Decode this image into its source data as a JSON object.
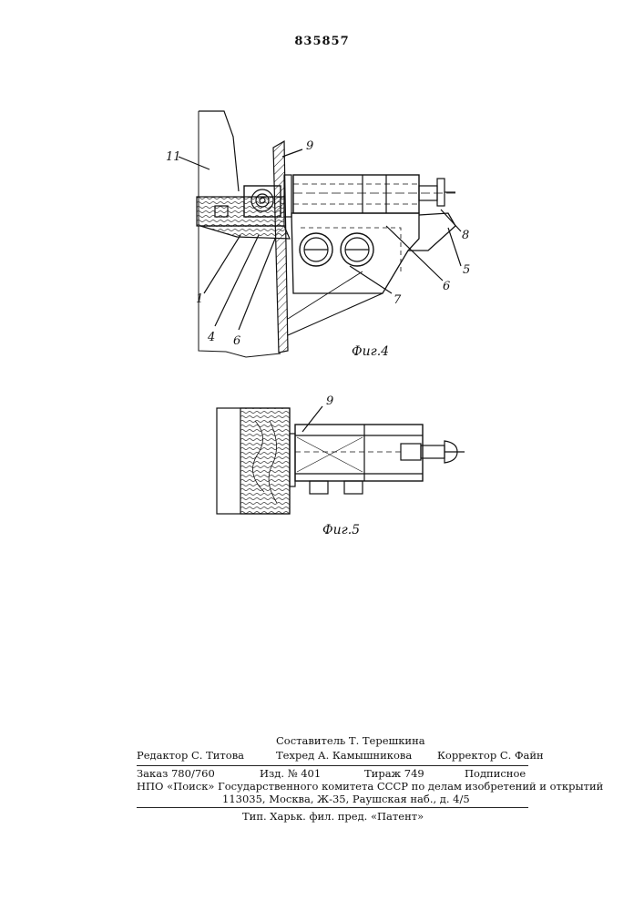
{
  "page_number": "835857",
  "figures": {
    "fig4": {
      "caption": "Фиг.4",
      "labels": {
        "l9": "9",
        "l11": "11",
        "l8": "8",
        "l5": "5",
        "l6r": "6",
        "l7": "7",
        "l1": "1",
        "l4": "4",
        "l6l": "6"
      }
    },
    "fig5": {
      "caption": "Фиг.5",
      "labels": {
        "l9": "9"
      }
    }
  },
  "imprint": {
    "compiler": "Составитель Т. Терешкина",
    "editor": "Редактор С. Титова",
    "techred": "Техред А. Камышникова",
    "corrector": "Корректор С. Файн",
    "order": "Заказ 780/760",
    "edition": "Изд. № 401",
    "circulation": "Тираж 749",
    "subscription": "Подписное",
    "org_line": "НПО «Поиск» Государственного комитета СССР по делам изобретений и открытий",
    "address": "113035, Москва, Ж-35, Раушская наб., д. 4/5",
    "printer": "Тип. Харьк. фил. пред. «Патент»"
  }
}
